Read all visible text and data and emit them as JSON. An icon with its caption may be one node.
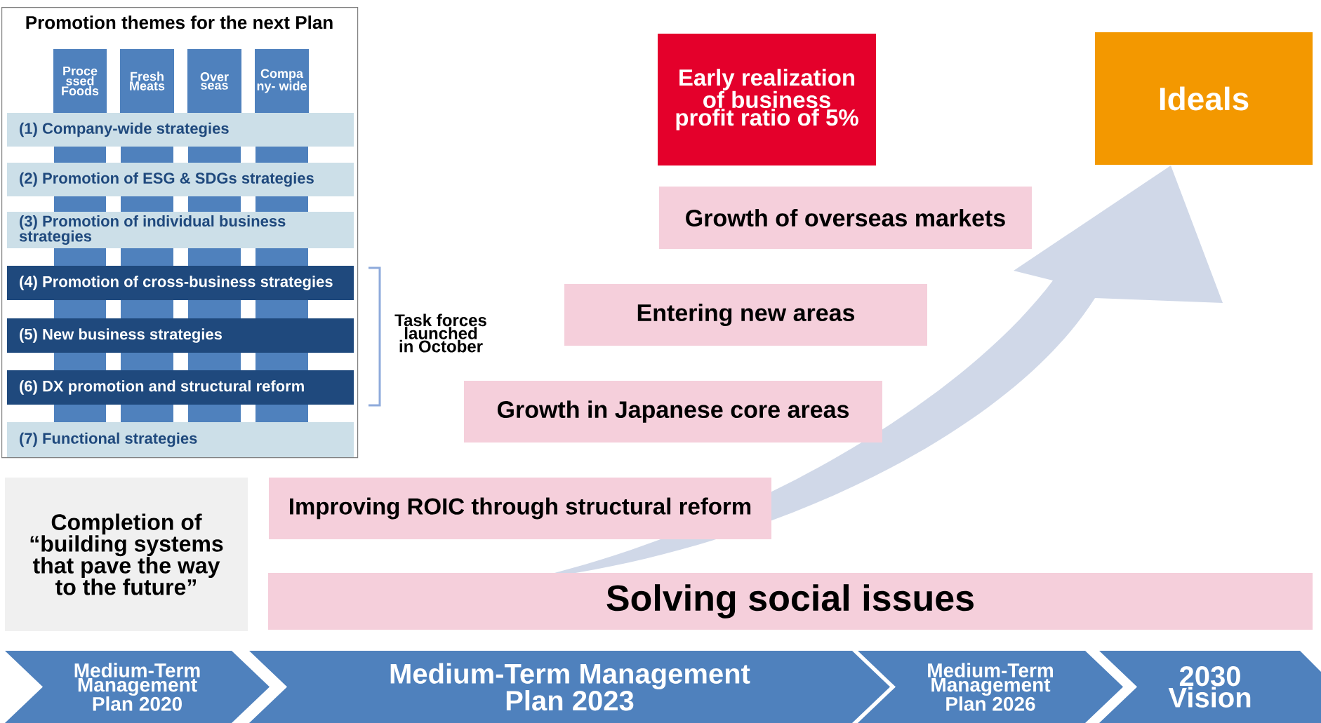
{
  "diagram": {
    "nodes": [
      {
        "text": [
          "Promotion themes for the next Plan"
        ]
      },
      {
        "text": [
          "Proce ssed Foods"
        ],
        "in": 0
      },
      {
        "text": [
          "Fresh Meats"
        ],
        "in": 0
      },
      {
        "text": [
          "Over seas"
        ],
        "in": 0
      },
      {
        "text": [
          "Compa ny- wide"
        ],
        "in": 0
      },
      {
        "text": [
          "(1) Company-wide strategies"
        ],
        "in": 0
      },
      {
        "text": [
          "(2) Promotion of ESG & SDGs strategies"
        ],
        "in": 0
      },
      {
        "text": [
          "(3) Promotion of individual business strategies"
        ],
        "in": 0
      },
      {
        "text": [
          "(4) Promotion of cross-business strategies"
        ],
        "in": 0
      },
      {
        "text": [
          "(5) New business strategies"
        ],
        "in": 0
      },
      {
        "text": [
          "(6) DX promotion and structural reform"
        ],
        "in": 0
      },
      {
        "text": [
          "(7) Functional strategies"
        ],
        "in": 0
      },
      {
        "text": [
          "Early realization of business profit ratio of 5%"
        ]
      },
      {
        "text": [
          "Ideals"
        ]
      },
      {
        "text": [
          "Growth of overseas markets"
        ]
      },
      {
        "text": [
          "Entering new areas"
        ]
      },
      {
        "text": [
          "Growth in Japanese core areas"
        ]
      },
      {
        "text": [
          "Improving ROIC through structural reform"
        ]
      },
      {
        "text": [
          "Completion of “building systems that pave the way to the future”"
        ]
      },
      {
        "text": [
          "Solving social issues"
        ]
      },
      {
        "text": [
          "Medium-Term Management Plan 2020"
        ]
      },
      {
        "text": [
          "Medium-Term Management Plan 2023"
        ]
      },
      {
        "text": [
          "Medium-Term Management Plan 2026"
        ]
      },
      {
        "text": [
          "2030 Vision"
        ]
      }
    ],
    "labels": [
      "Task forces launched in October"
    ]
  }
}
